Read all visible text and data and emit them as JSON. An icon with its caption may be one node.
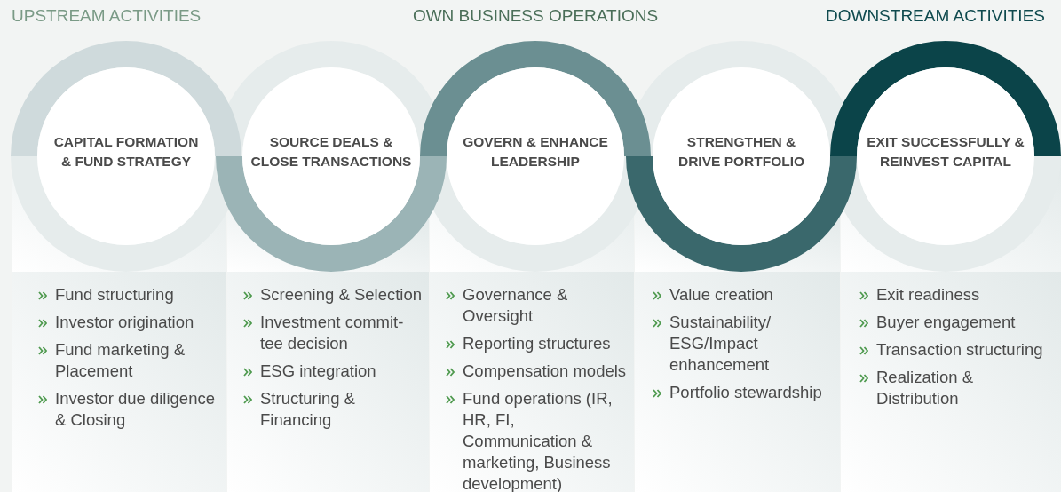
{
  "diagram": {
    "nodes": [
      {
        "text": [
          "CAPITAL FORMATION & FUND STRATEGY"
        ]
      },
      {
        "text": [
          "Fund structuring",
          "Investor origination",
          "Fund marketing & Placement",
          "Investor due diligence & Closing"
        ]
      },
      {
        "text": [
          "SOURCE DEALS & CLOSE TRANSACTIONS"
        ]
      },
      {
        "text": [
          "Screening & Selection",
          "Investment commit-tee decision",
          "ESG integration",
          "Structuring & Financing"
        ]
      },
      {
        "text": [
          "GOVERN & ENHANCE LEADERSHIP"
        ]
      },
      {
        "text": [
          "Governance & Oversight",
          "Reporting structures",
          "Compensation models",
          "Fund operations (IR, HR, FI, Communication & marketing, Business development)"
        ]
      },
      {
        "text": [
          "STRENGTHEN & DRIVE PORTFOLIO"
        ]
      },
      {
        "text": [
          "Value creation",
          "Sustainability/ ESG/Impact enhancement",
          "Portfolio stewardship"
        ]
      },
      {
        "text": [
          "EXIT SUCCESSFULLY & REINVEST CAPITAL"
        ]
      },
      {
        "text": [
          "Exit readiness",
          "Buyer engagement",
          "Transaction structuring",
          "Realization & Distribution"
        ]
      }
    ],
    "labels": [
      "UPSTREAM ACTIVITIES",
      "OWN BUSINESS OPERATIONS",
      "DOWNSTREAM ACTIVITIES"
    ]
  }
}
